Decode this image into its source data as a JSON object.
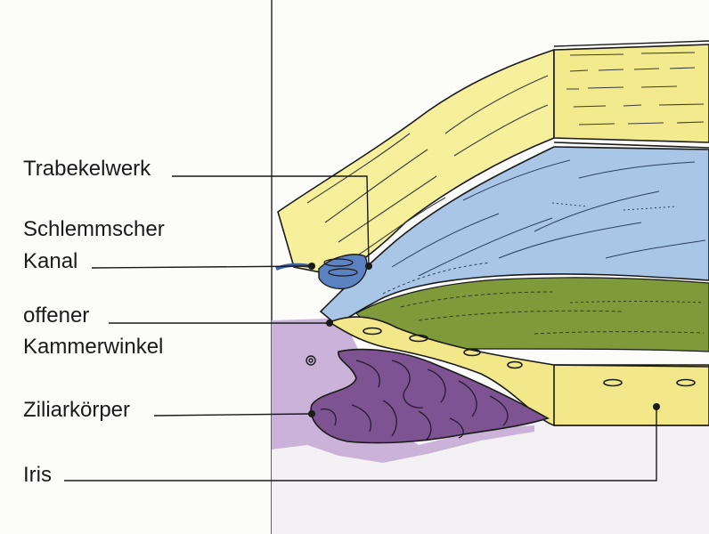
{
  "labels": {
    "trabekelwerk": "Trabekelwerk",
    "schlemm_line1": "Schlemmscher",
    "schlemm_line2": "Kanal",
    "kammer_line1": "offener",
    "kammer_line2": "Kammerwinkel",
    "ziliar": "Ziliarkörper",
    "iris": "Iris"
  },
  "colors": {
    "sclera_yellow": "#f6ef9c",
    "cornea_yellow": "#f3ea8e",
    "aqueous_blue": "#a9c6e6",
    "lens_green": "#7f9a3a",
    "iris_yellow": "#f2e88a",
    "ciliary_purple": "#7d5391",
    "ciliary_lilac": "#cbb2d8",
    "schlemm_blue": "#5c82c2",
    "line": "#1a1a1a"
  }
}
